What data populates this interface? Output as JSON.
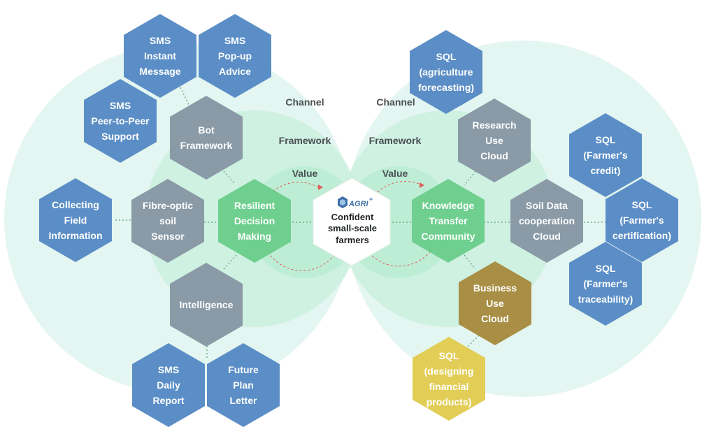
{
  "rings": {
    "channel_left": "Channel",
    "channel_right": "Channel",
    "framework_left": "Framework",
    "framework_right": "Framework",
    "value_left": "Value",
    "value_right": "Value"
  },
  "center": {
    "logo_text": "AGRI",
    "logo_sup": "+",
    "lines": [
      "Confident",
      "small-scale",
      "farmers"
    ]
  },
  "colors": {
    "blue": "#5b8ec6",
    "gray": "#8a9aa7",
    "green": "#6fcf8f",
    "olive": "#a98f45",
    "yellow": "#e2cd56",
    "ring_outer": "#dff4ef",
    "ring_mid": "#c7efdc",
    "ring_inner": "#b3ecce",
    "center": "#ffffff"
  },
  "hexes": [
    {
      "id": "sms-instant-message",
      "lines": [
        "SMS",
        "Instant",
        "Message"
      ],
      "color": "blue"
    },
    {
      "id": "sms-popup-advice",
      "lines": [
        "SMS",
        "Pop-up",
        "Advice"
      ],
      "color": "blue"
    },
    {
      "id": "sms-peer-support",
      "lines": [
        "SMS",
        "Peer-to-Peer",
        "Support"
      ],
      "color": "blue"
    },
    {
      "id": "bot-framework",
      "lines": [
        "Bot",
        "Framework"
      ],
      "color": "gray"
    },
    {
      "id": "collecting-field-information",
      "lines": [
        "Collecting",
        "Field",
        "Information"
      ],
      "color": "blue"
    },
    {
      "id": "fibre-optic-soil-sensor",
      "lines": [
        "Fibre-optic",
        "soil",
        "Sensor"
      ],
      "color": "gray"
    },
    {
      "id": "resilient-decision-making",
      "lines": [
        "Resilient",
        "Decision",
        "Making"
      ],
      "color": "green"
    },
    {
      "id": "intelligence",
      "lines": [
        "Intelligence"
      ],
      "color": "gray"
    },
    {
      "id": "sms-daily-report",
      "lines": [
        "SMS",
        "Daily",
        "Report"
      ],
      "color": "blue"
    },
    {
      "id": "future-plan-letter",
      "lines": [
        "Future",
        "Plan",
        "Letter"
      ],
      "color": "blue"
    },
    {
      "id": "sql-agriculture-forecasting",
      "lines": [
        "SQL",
        "(agriculture",
        "forecasting)"
      ],
      "color": "blue"
    },
    {
      "id": "research-use-cloud",
      "lines": [
        "Research",
        "Use",
        "Cloud"
      ],
      "color": "gray"
    },
    {
      "id": "knowledge-transfer-community",
      "lines": [
        "Knowledge",
        "Transfer",
        "Community"
      ],
      "color": "green"
    },
    {
      "id": "soil-data-cooperation-cloud",
      "lines": [
        "Soil Data",
        "cooperation",
        "Cloud"
      ],
      "color": "gray"
    },
    {
      "id": "sql-farmers-credit",
      "lines": [
        "SQL",
        "(Farmer's",
        "credit)"
      ],
      "color": "blue"
    },
    {
      "id": "sql-farmers-certification",
      "lines": [
        "SQL",
        "(Farmer's",
        "certification)"
      ],
      "color": "blue"
    },
    {
      "id": "sql-farmers-traceability",
      "lines": [
        "SQL",
        "(Farmer's",
        "traceability)"
      ],
      "color": "blue"
    },
    {
      "id": "business-use-cloud",
      "lines": [
        "Business",
        "Use",
        "Cloud"
      ],
      "color": "olive"
    },
    {
      "id": "sql-designing-financial-products",
      "lines": [
        "SQL",
        "(designing",
        "financial",
        "products)"
      ],
      "color": "yellow"
    }
  ]
}
